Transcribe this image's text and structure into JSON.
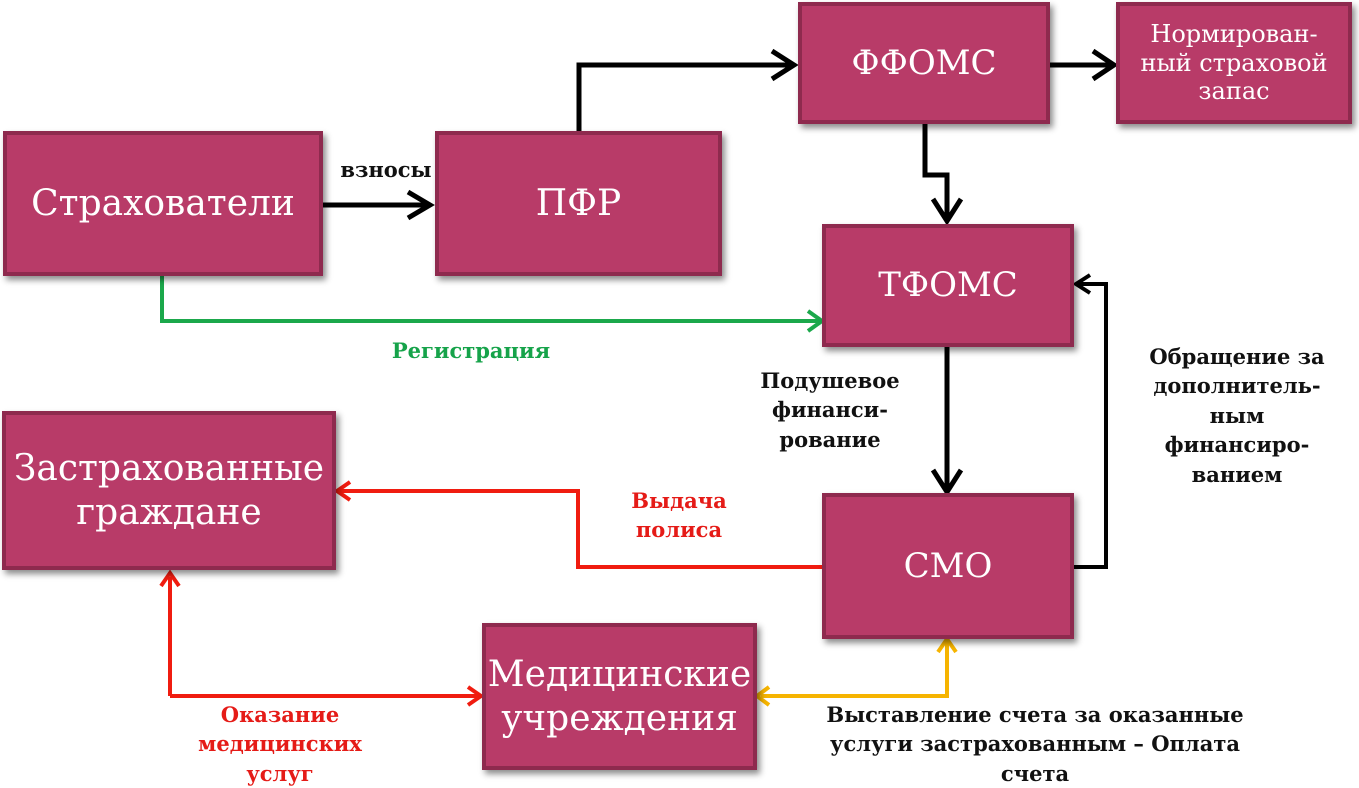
{
  "colors": {
    "node_fill": "#b83b68",
    "node_border": "#8e2a4e",
    "arrow_black": "#000000",
    "arrow_green": "#1ba84b",
    "arrow_red": "#f01c10",
    "arrow_yellow": "#f6b400"
  },
  "nodes": {
    "insurers": "Страхователи",
    "pfr": "ПФР",
    "ffoms": "ФФОМС",
    "reserve": {
      "line1": "Нормирован-",
      "line2": "ный страховой",
      "line3": "запас"
    },
    "tfoms": "ТФОМС",
    "insured": {
      "line1": "Застрахованные",
      "line2": "граждане"
    },
    "smo": "СМО",
    "medical": {
      "line1": "Медицинские",
      "line2": "учреждения"
    }
  },
  "labels": {
    "contributions": "взносы",
    "registration": "Регистрация",
    "per_capita": {
      "line1": "Подушевое",
      "line2": "финанси-",
      "line3": "рование"
    },
    "additional": {
      "line1": "Обращение за",
      "line2": "дополнитель-",
      "line3": "ным",
      "line4": "финансиро-",
      "line5": "ванием"
    },
    "policy": {
      "line1": "Выдача",
      "line2": "полиса"
    },
    "services": {
      "line1": "Оказание",
      "line2": "медицинских",
      "line3": "услуг"
    },
    "billing": {
      "line1": "Выставление счета за оказанные",
      "line2": "услуги застрахованным – Оплата",
      "line3": "счета"
    }
  }
}
